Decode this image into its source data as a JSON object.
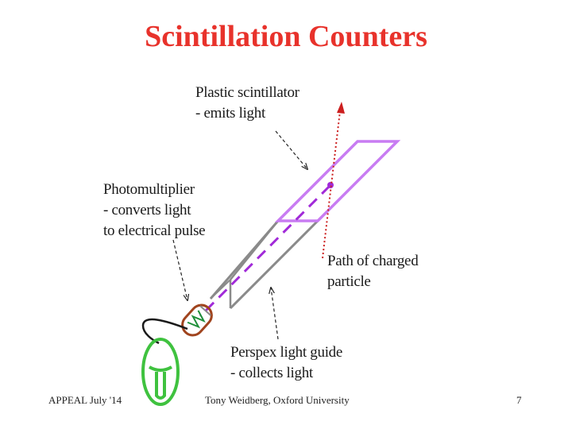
{
  "slide": {
    "title": "Scintillation Counters"
  },
  "labels": {
    "scintillator": [
      "Plastic scintillator",
      "- emits light"
    ],
    "photomultiplier": [
      "Photomultiplier",
      "- converts light",
      "to electrical pulse"
    ],
    "particle_path": [
      "Path of charged",
      "particle"
    ],
    "light_guide": [
      "Perspex light guide",
      "- collects light"
    ]
  },
  "footer": {
    "left": "APPEAL July '14",
    "center": "Tony Weidberg,  Oxford University",
    "page_number": "7"
  },
  "colors": {
    "title": "#e8322b",
    "scintillator": "#c87cf2",
    "light_guide": "#8a8a8a",
    "particle_track": "#cc1f1f",
    "light_ray": "#a12ad8",
    "photomultiplier_tube": "#a0441e",
    "photomultiplier_dynode": "#1f8f3a",
    "connector": "#3fc23f"
  },
  "icons": {
    "particle_arrow": "arrowhead",
    "connector": "lemo-connector-icon"
  }
}
